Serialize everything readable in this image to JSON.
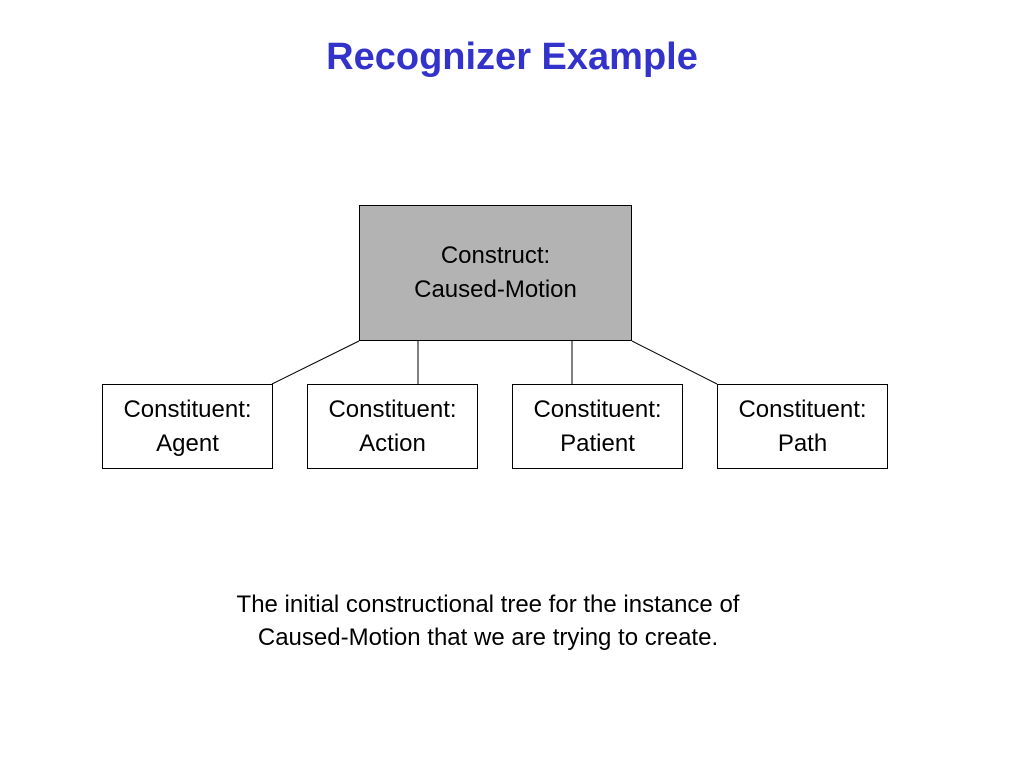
{
  "slide": {
    "title": "Recognizer Example",
    "title_color": "#3333cc"
  },
  "tree": {
    "root": {
      "line1": "Construct:",
      "line2": "Caused-Motion",
      "fill_color": "#b3b3b3"
    },
    "children": [
      {
        "line1": "Constituent:",
        "line2": "Agent"
      },
      {
        "line1": "Constituent:",
        "line2": "Action"
      },
      {
        "line1": "Constituent:",
        "line2": "Patient"
      },
      {
        "line1": "Constituent:",
        "line2": "Path"
      }
    ]
  },
  "caption": {
    "line1": "The initial constructional tree for the instance of",
    "line2": "Caused-Motion that we are trying to create."
  }
}
